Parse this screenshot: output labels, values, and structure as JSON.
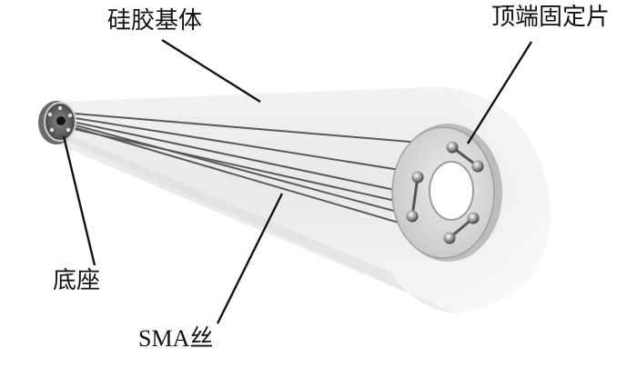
{
  "labels": {
    "silicone_matrix": "硅胶基体",
    "top_fixing_plate": "顶端固定片",
    "base": "底座",
    "sma_wire": "SMA丝"
  },
  "colors": {
    "background": "#ffffff",
    "text": "#111111",
    "silicone": "#e4e4e4",
    "plate_face": "#d8d8d8",
    "plate_rim": "#a9a9a9",
    "wire": "#5a5a5a",
    "leader_line": "#111111"
  }
}
